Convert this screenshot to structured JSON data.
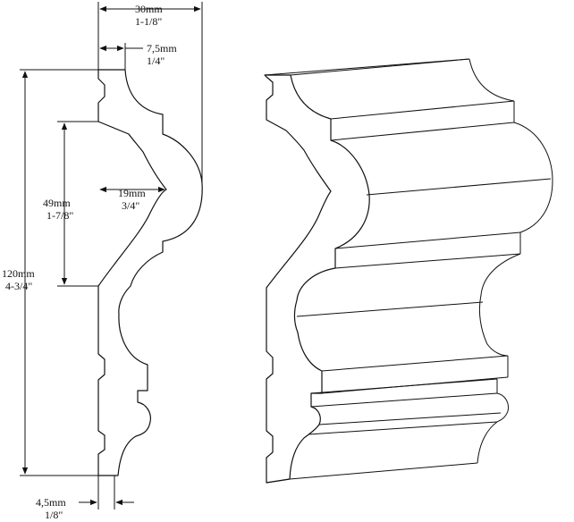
{
  "dimensions": {
    "width_total": {
      "metric": "30mm",
      "imperial": "1-1/8\""
    },
    "top_fillet": {
      "metric": "7,5mm",
      "imperial": "1/4\""
    },
    "cove_depth": {
      "metric": "19mm",
      "imperial": "3/4\""
    },
    "cove_height": {
      "metric": "49mm",
      "imperial": "1-7/8\""
    },
    "height_total": {
      "metric": "120mm",
      "imperial": "4-3/4\""
    },
    "bottom_edge": {
      "metric": "4,5mm",
      "imperial": "1/8\""
    }
  }
}
